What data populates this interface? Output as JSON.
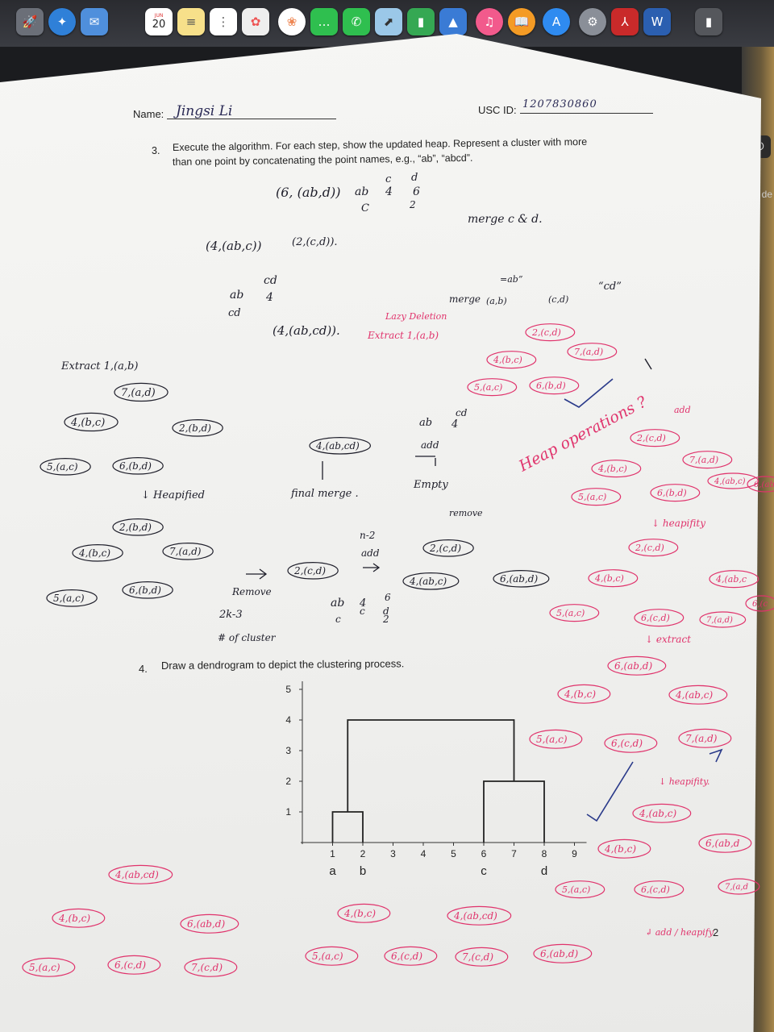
{
  "dock": {
    "icons": [
      "rocket-icon",
      "safari-icon",
      "mail-icon",
      "calendar-icon",
      "notes-icon",
      "reminders-icon",
      "photos-icon",
      "messages-icon",
      "facetime-icon",
      "maps-icon",
      "ibooks-icon",
      "numbers-icon",
      "keynote-icon",
      "itunes-icon",
      "ibooks-icon",
      "appstore-icon",
      "system-preferences-icon",
      "acrobat-icon",
      "word-icon",
      "trash-icon"
    ],
    "calendar_day": "20",
    "calendar_month": "JUN",
    "word_label": "W",
    "side_label": "de"
  },
  "header": {
    "name_label": "Name:",
    "name_value": "Jingsi Li",
    "usc_label": "USC ID:",
    "usc_value": "1207830860"
  },
  "q3": {
    "number": "3.",
    "text_line1": "Execute the algorithm. For each step, show the updated heap. Represent a cluster with more",
    "text_line2": "than one point by concatenating the point names, e.g., “ab”, “abcd”."
  },
  "q4": {
    "number": "4.",
    "text": "Draw a dendrogram to depict the clustering process."
  },
  "page_number": "2",
  "chart_data": {
    "type": "dendrogram",
    "y_ticks": [
      "1",
      "2",
      "3",
      "4",
      "5"
    ],
    "x_ticks": [
      "1",
      "2",
      "3",
      "4",
      "5",
      "6",
      "7",
      "8",
      "9"
    ],
    "leaf_labels": [
      "a",
      "b",
      "c",
      "d"
    ],
    "ylim": [
      0,
      5
    ],
    "xlim": [
      0,
      9
    ],
    "merges": [
      {
        "clusters": [
          "a",
          "b"
        ],
        "left_x": 1,
        "right_x": 2,
        "height": 1
      },
      {
        "clusters": [
          "c",
          "d"
        ],
        "left_x": 6,
        "right_x": 8,
        "height": 2
      },
      {
        "clusters": [
          "ab",
          "cd"
        ],
        "left_x": 1.5,
        "right_x": 7,
        "height": 4
      }
    ]
  },
  "handwriting": {
    "black": [
      "(6, (ab,d))",
      "ab",
      "4",
      "6",
      "c",
      "d",
      "C",
      "2",
      "(4,(ab,c))",
      "(2,(c,d)).",
      "merge c & d.",
      "cd",
      "ab",
      "4",
      "cd",
      "(4,(ab,cd)).",
      "merge",
      "(a,b)",
      "(c,d)",
      "“cd”",
      "=ab”",
      "Extract 1,(a,b)",
      "7,(a,d)",
      "4,(b,c)",
      "2,(b,d)",
      "5,(a,c)",
      "6,(b,d)",
      "↓ Heapified",
      "2,(b,d)",
      "4,(b,c)",
      "7,(a,d)",
      "5,(a,c)",
      "6,(b,d)",
      "4,(ab,cd)",
      "final merge .",
      "cd",
      "ab",
      "4",
      "add",
      "Empty",
      "remove",
      "n-2",
      "add",
      "2,(c,d)",
      "2,(c,d)",
      "4,(ab,c)",
      "6,(ab,d)",
      "Remove",
      "2k-3",
      "# of cluster",
      "c",
      "d",
      "ab",
      "4",
      "6",
      "c",
      "2"
    ],
    "red": [
      "Lazy Deletion",
      "Extract 1,(a,b)",
      "2,(c,d)",
      "4,(b,c)",
      "7,(a,d)",
      "5,(a,c)",
      "6,(b,d)",
      "Heap operations ?",
      "add",
      "2,(c,d)",
      "4,(b,c)",
      "7,(a,d)",
      "5,(a,c)",
      "6,(b,d)",
      "4,(ab,c)",
      "6,(ab",
      "↓ heapifity",
      "2,(c,d)",
      "4,(b,c)",
      "4,(ab,c",
      "5,(a,c)",
      "6,(c,d)",
      "7,(a,d)",
      "6,(c",
      "↓ extract",
      "6,(ab,d)",
      "4,(b,c)",
      "4,(ab,c)",
      "5,(a,c)",
      "6,(c,d)",
      "7,(a,d)",
      "↓ heapifity.",
      "4,(ab,c)",
      "4,(b,c)",
      "6,(ab,d",
      "5,(a,c)",
      "6,(c,d)",
      "7,(a,d",
      "↲ add / heapify",
      "4,(ab,cd)",
      "4,(b,c)",
      "6,(ab,d)",
      "5,(a,c)",
      "6,(c,d)",
      "7,(c,d)",
      "4,(b,c)",
      "4,(ab,cd)",
      "5,(a,c)",
      "6,(c,d)",
      "7,(c,d)",
      "6,(ab,d)"
    ]
  },
  "colors": {
    "ink_black": "#1e1e2a",
    "ink_red": "#e0336c",
    "paper": "#f3f3f1"
  }
}
